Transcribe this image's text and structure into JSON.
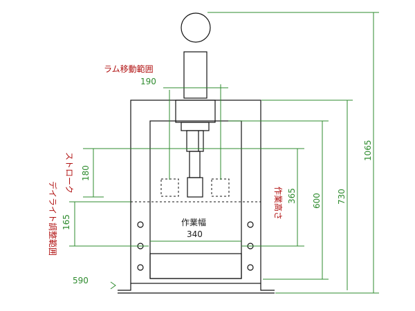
{
  "labels": {
    "ram_range": "ラム移動範囲",
    "stroke_v": "ストローク",
    "work_width": "作業幅",
    "work_height_v": "作業高さ",
    "daylight_adj_v": "デイライト調整範囲"
  },
  "dimensions": {
    "ram_range_value": "190",
    "stroke_value": "180",
    "work_width_value": "340",
    "work_height_value": "365",
    "daylight_adj_value": "165",
    "base_width_value": "590",
    "height_600": "600",
    "height_730": "730",
    "height_1065": "1065"
  },
  "colors": {
    "dimension": "#2e8b2e",
    "label": "#b01010",
    "outline": "#111111"
  }
}
